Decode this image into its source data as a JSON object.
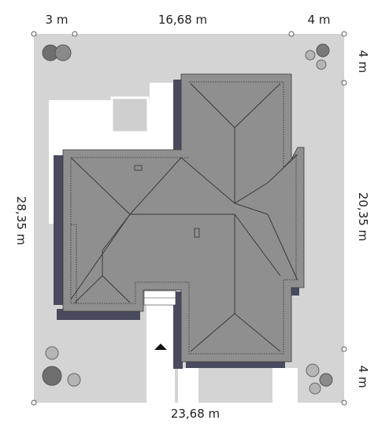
{
  "dimensions": {
    "top_left": "3 m",
    "top_center": "16,68 m",
    "top_right": "4 m",
    "bottom": "23,68 m",
    "left": "28,35 m",
    "right_main": "20,35 m",
    "right_top": "4 m",
    "right_bottom": "4 m"
  },
  "colors": {
    "plot": "#d4d4d4",
    "paving": "#ffffff",
    "roof": "#8f8f8f",
    "shadow": "#4a4a5e",
    "tree_dark": "#6e6e6e",
    "tree_light": "#b5b5b5"
  }
}
